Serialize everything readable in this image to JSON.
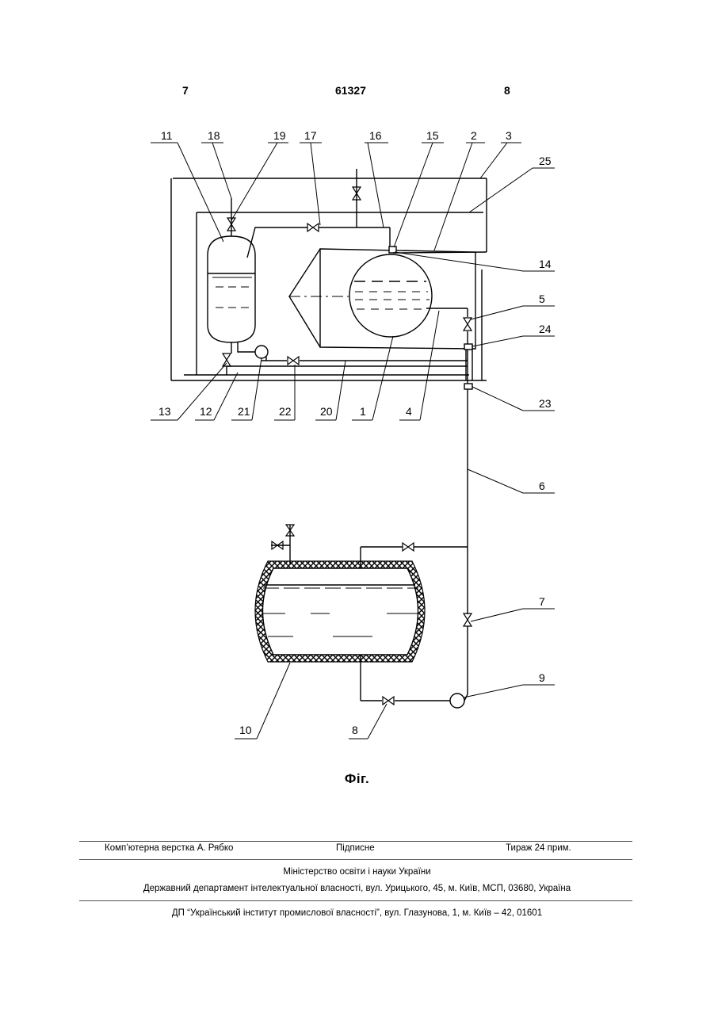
{
  "header": {
    "page_left": "7",
    "patent_number": "61327",
    "page_right": "8"
  },
  "figure": {
    "caption": "Фіг.",
    "labels": [
      "1",
      "2",
      "3",
      "4",
      "5",
      "6",
      "7",
      "8",
      "9",
      "10",
      "11",
      "12",
      "13",
      "14",
      "15",
      "16",
      "17",
      "18",
      "19",
      "20",
      "21",
      "22",
      "23",
      "24",
      "25"
    ]
  },
  "footer": {
    "layout": "Комп’ютерна верстка А. Рябко",
    "signed": "Підписне",
    "circulation": "Тираж 24 прим.",
    "ministry": "Міністерство освіти і науки України",
    "department": "Державний департамент інтелектуальної власності, вул. Урицького, 45, м. Київ, МСП, 03680, Україна",
    "institute": "ДП “Український інститут промислової власності”, вул. Глазунова, 1, м. Київ – 42, 01601"
  }
}
